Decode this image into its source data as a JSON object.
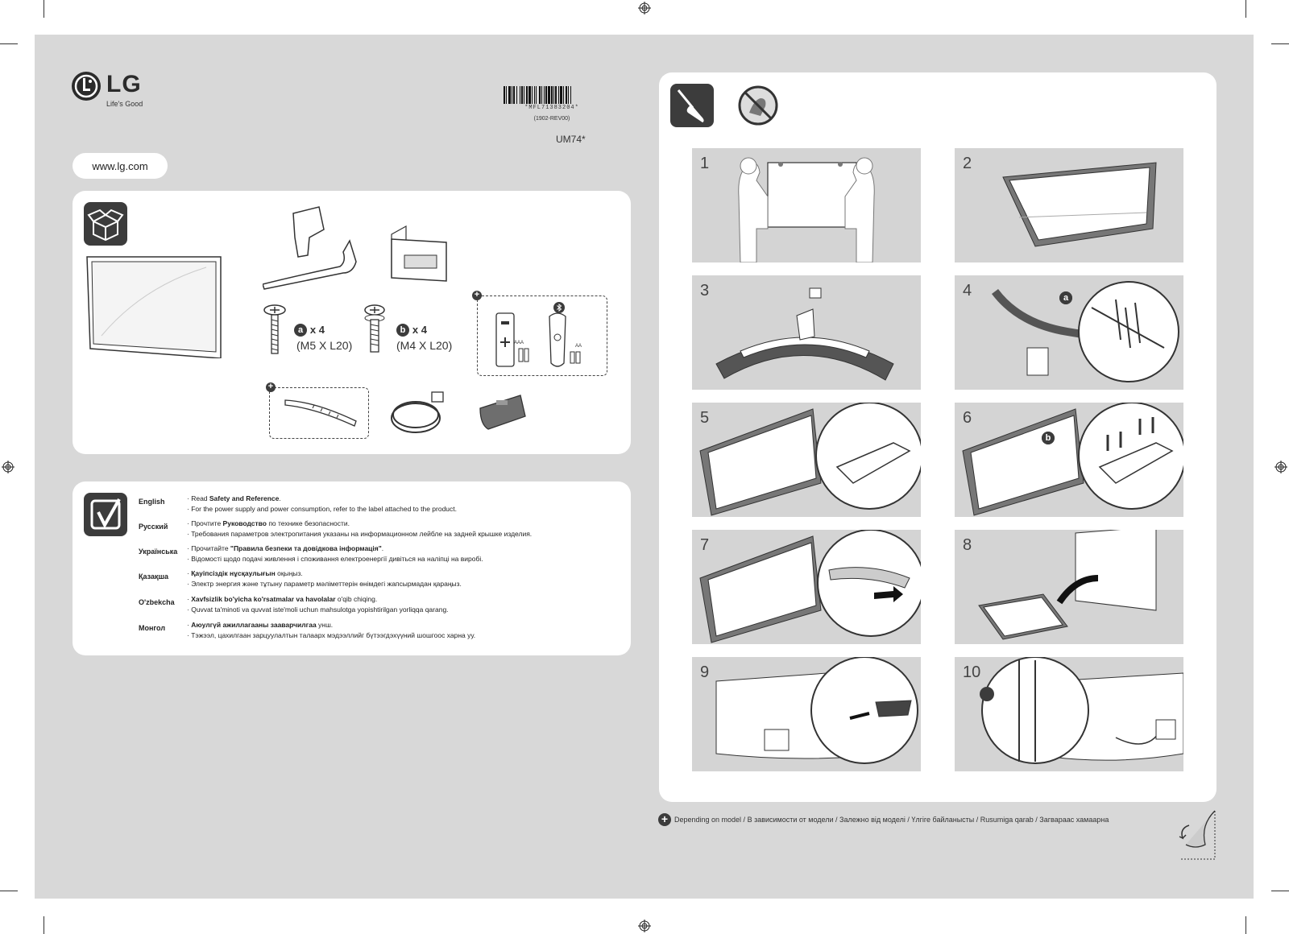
{
  "brand": {
    "name": "LG",
    "tagline": "Life's Good",
    "url": "www.lg.com"
  },
  "document": {
    "barcode_text": "*MFL71383204*",
    "revision": "(1902-REV00)",
    "model": "UM74*"
  },
  "parts": {
    "screw_a_qty": "x 4",
    "screw_a_size": "(M5 X L20)",
    "screw_b_qty": "x 4",
    "screw_b_size": "(M4 X L20)",
    "screw_a_badge": "a",
    "screw_b_badge": "b",
    "battery_aaa": "AAA",
    "battery_aa": "AA"
  },
  "languages": [
    {
      "name": "English",
      "line1_pre": "Read ",
      "line1_bold": "Safety and Reference",
      "line1_post": ".",
      "line2": "For the power supply and power consumption, refer to the label attached to the product."
    },
    {
      "name": "Русский",
      "line1_pre": "Прочтите ",
      "line1_bold": "Руководство",
      "line1_post": " по технике безопасности.",
      "line2": "Требования параметров электропитания указаны на информационном лейбле на задней крышке изделия."
    },
    {
      "name": "Українська",
      "line1_pre": "Прочитайте ",
      "line1_bold": "\"Правила безпеки та довідкова інформація\"",
      "line1_post": ".",
      "line2": "Відомості щодо подачі живлення і споживання електроенергії дивіться на наліпці на виробі."
    },
    {
      "name": "Қазақша",
      "line1_pre": "",
      "line1_bold": "Қауіпсіздік нұсқаулығын",
      "line1_post": " оқыңыз.",
      "line2": "Электр энергия және тұтыну параметр мәліметтерін өнімдегі жапсырмадан қараңыз."
    },
    {
      "name": "O'zbekcha",
      "line1_pre": "",
      "line1_bold": "Xavfsizlik bo'yicha ko'rsatmalar va havolalar",
      "line1_post": " o'qib chiqing.",
      "line2": "Quvvat ta'minoti va quvvat iste'moli uchun mahsulotga yopishtirilgan yorliqqa qarang."
    },
    {
      "name": "Монгол",
      "line1_pre": "",
      "line1_bold": "Аюулгүй ажиллагааны зааварчилгаа",
      "line1_post": " унш.",
      "line2": "Тэжээл, цахилгаан зарцуулалтын талаарх мэдээллийг бүтээгдэхүүний шошгоос харна уу."
    }
  ],
  "steps": [
    {
      "num": "1"
    },
    {
      "num": "2"
    },
    {
      "num": "3"
    },
    {
      "num": "4"
    },
    {
      "num": "5"
    },
    {
      "num": "6"
    },
    {
      "num": "7"
    },
    {
      "num": "8"
    },
    {
      "num": "9"
    },
    {
      "num": "10"
    }
  ],
  "step_badges": {
    "step4": "a",
    "step6": "b"
  },
  "footnote": "Depending on model  / В зависимости от модели / Залежно від моделі / Үлгіге байланысты / Rusumiga qarab / Загвараас хамаарна",
  "colors": {
    "background": "#d8d8d8",
    "panel": "#ffffff",
    "icon_dark": "#3c3c3c",
    "step_bg": "#d4d4d4"
  },
  "icons": [
    "lg-logo-icon",
    "box-unpack-icon",
    "checkmark-icon",
    "screwdriver-icon",
    "no-hand-touch-icon",
    "plus-icon",
    "bluetooth-icon",
    "page-turn-icon",
    "registration-mark-icon"
  ]
}
